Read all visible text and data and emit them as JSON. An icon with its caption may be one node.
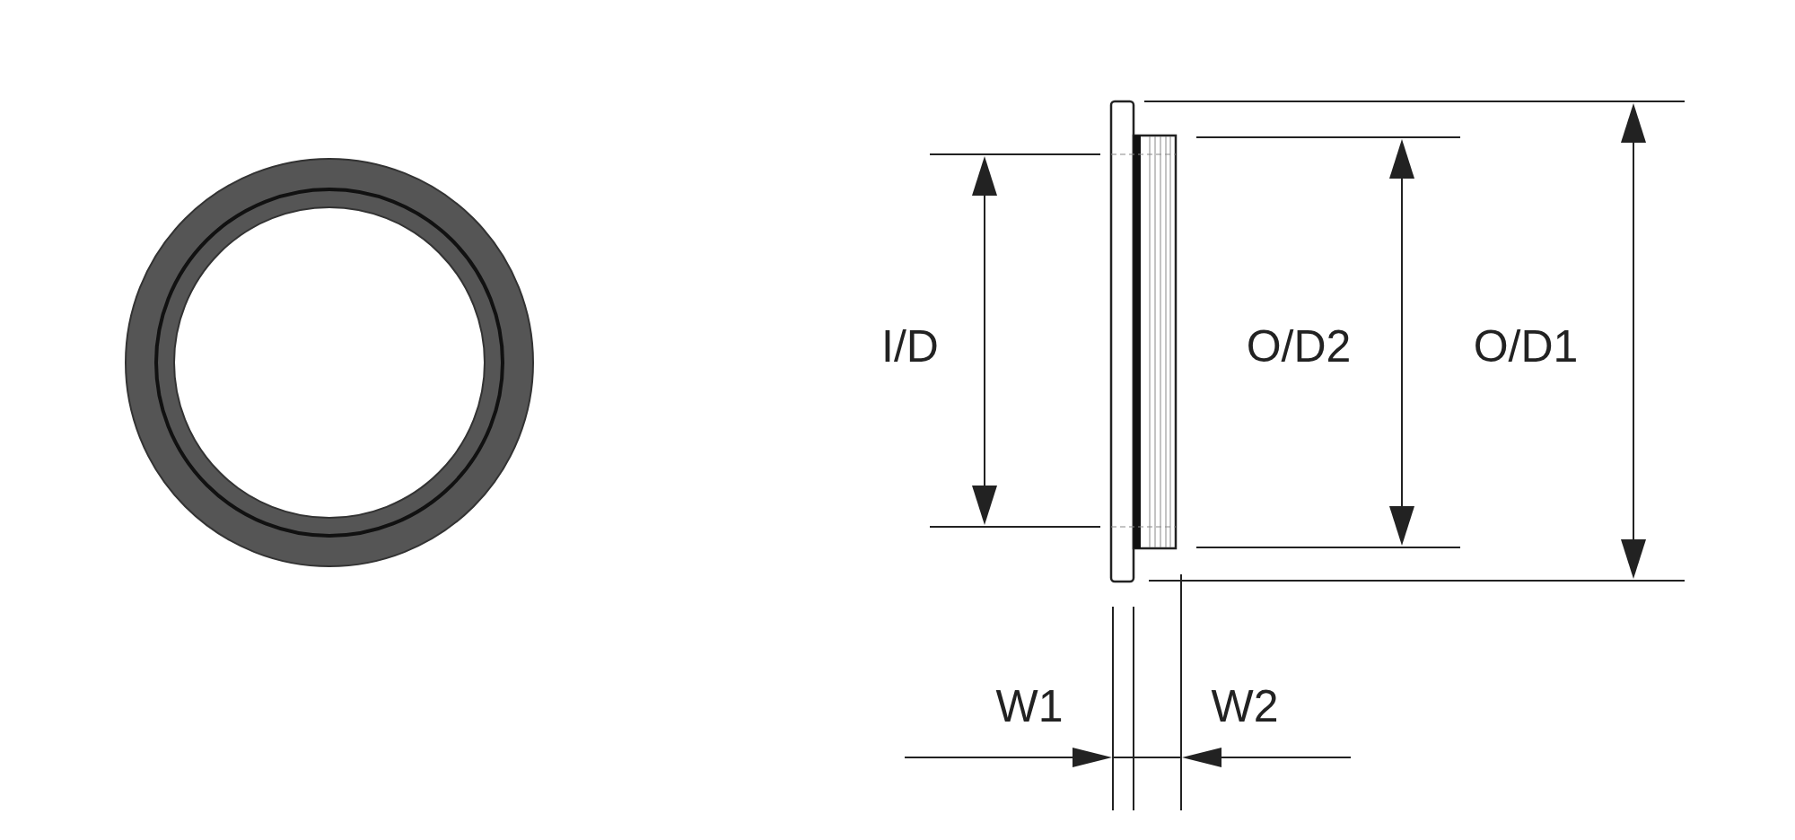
{
  "diagram": {
    "labels": [
      "I/D",
      "O/D2",
      "O/D1",
      "W1",
      "W2"
    ]
  }
}
